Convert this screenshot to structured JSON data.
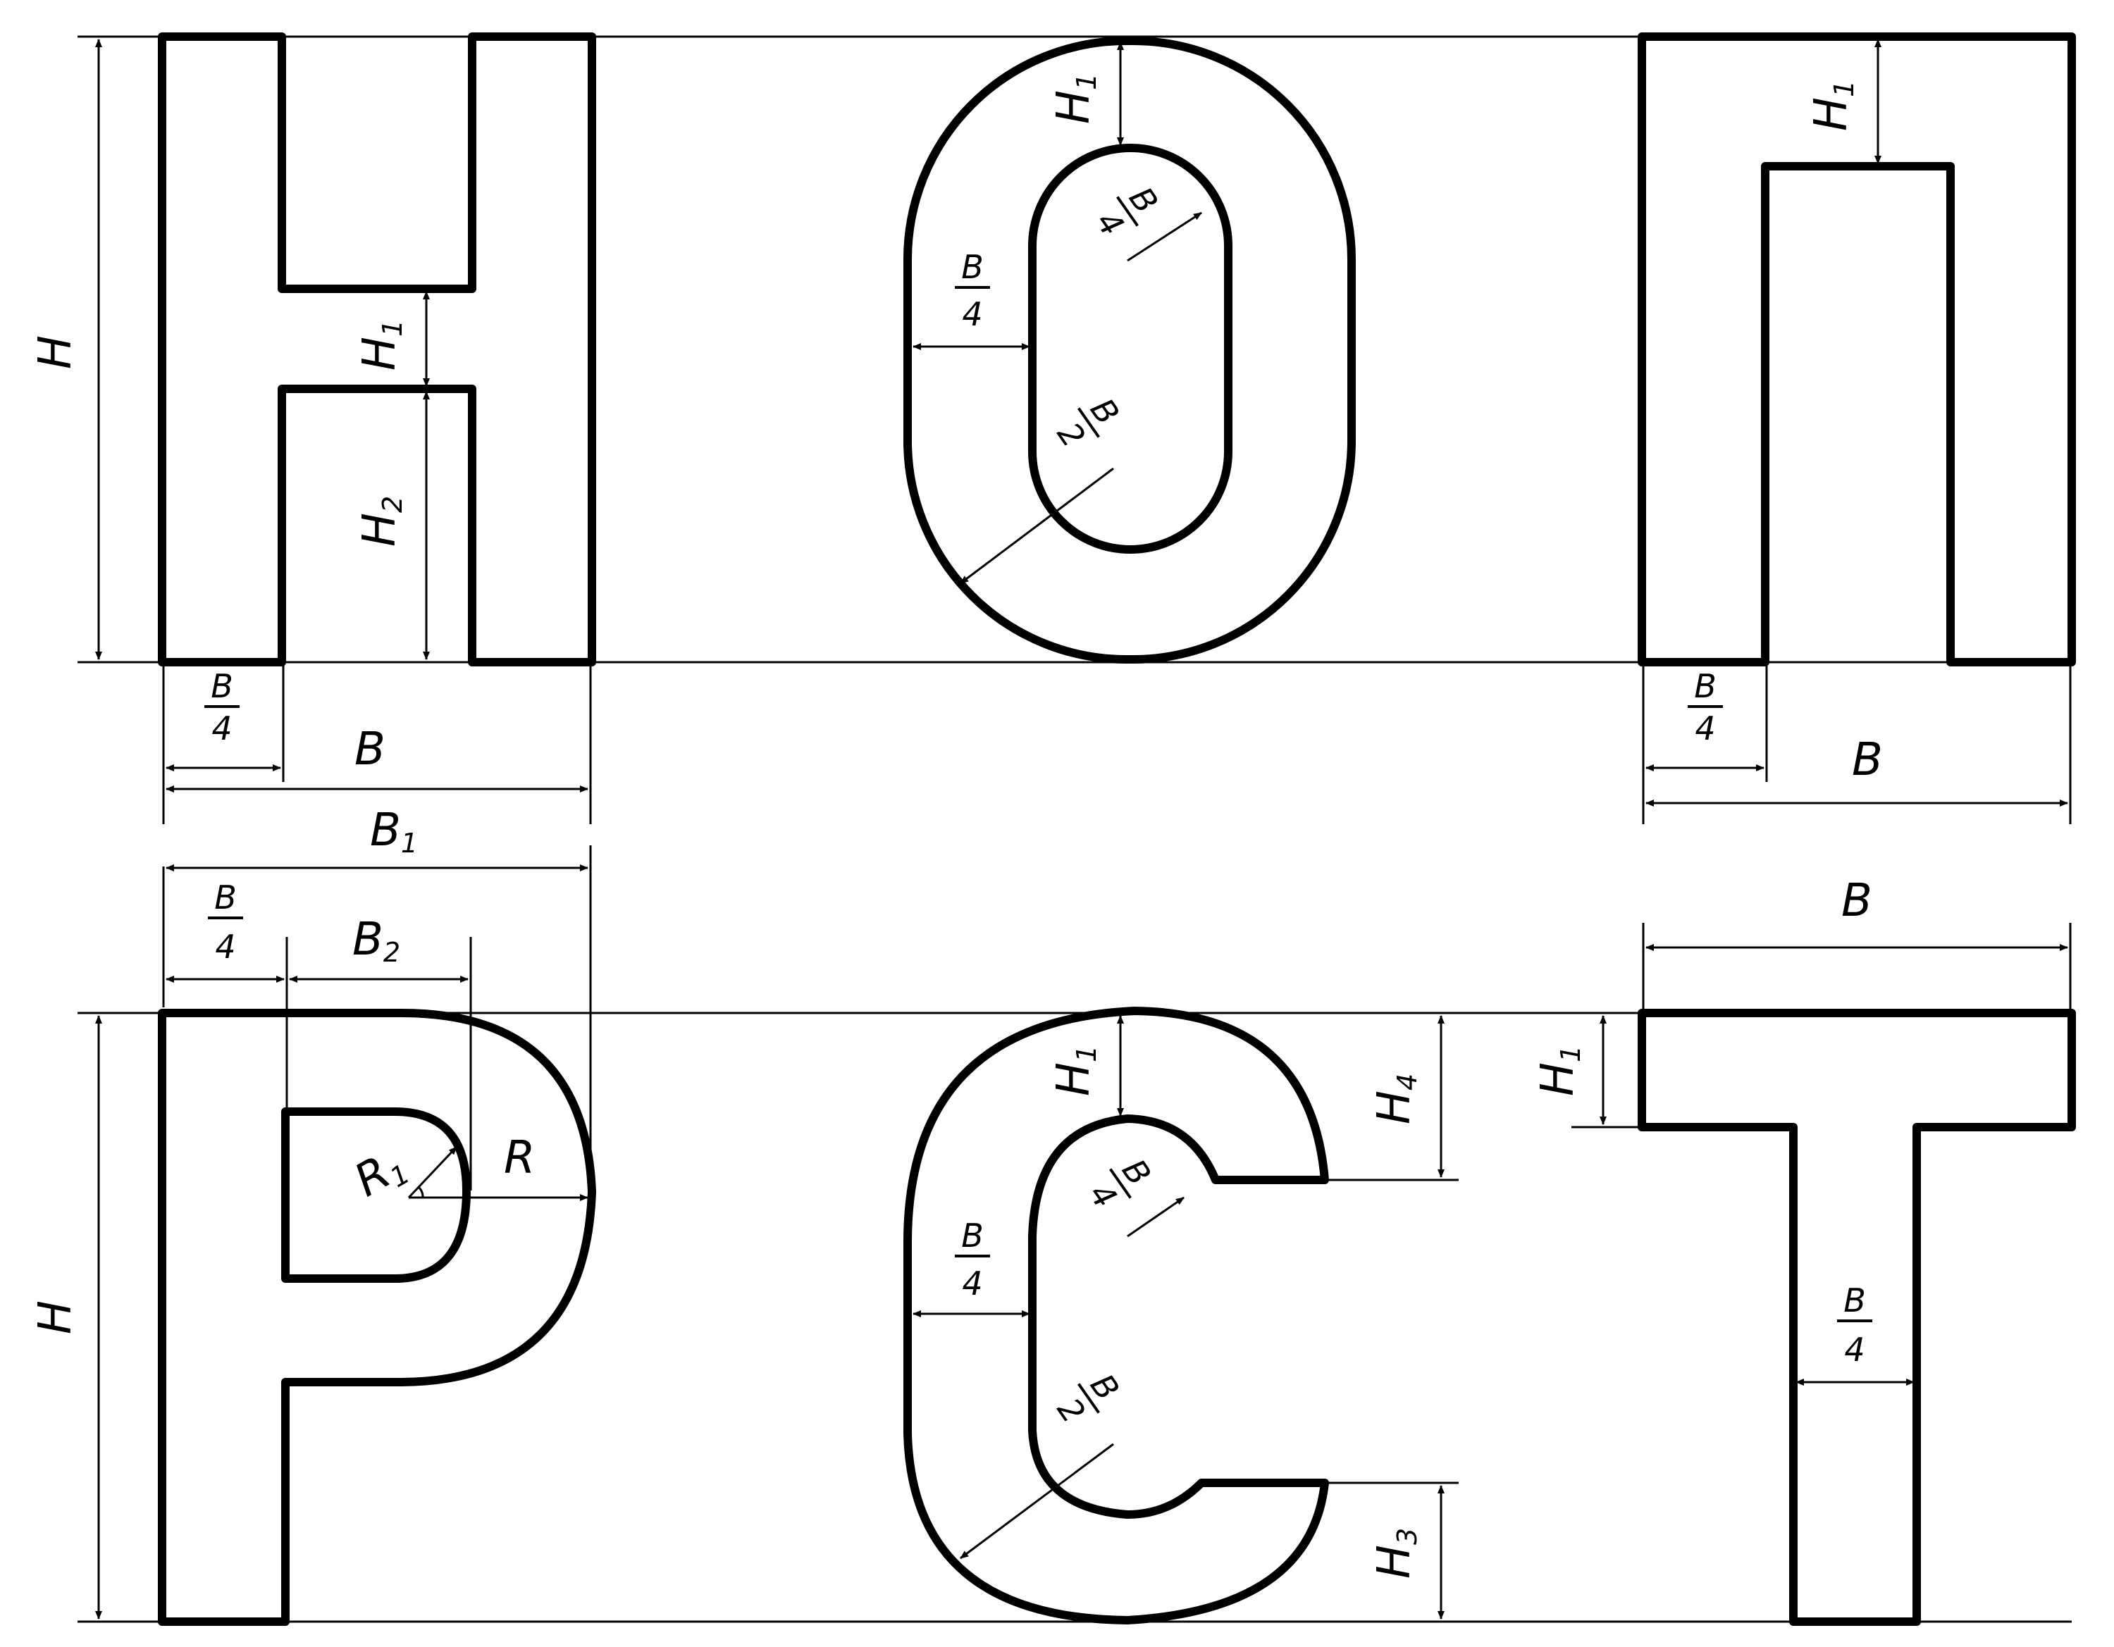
{
  "labels": {
    "H": "H",
    "H1": "H",
    "H2": "H",
    "H3": "H",
    "H4": "H",
    "B": "B",
    "B1": "B",
    "B2": "B",
    "R": "R",
    "R1": "R",
    "sub1": "1",
    "sub2": "2",
    "sub3": "3",
    "sub4": "4",
    "frac_num": "B",
    "frac_den_4": "4",
    "frac_den_2": "2"
  }
}
